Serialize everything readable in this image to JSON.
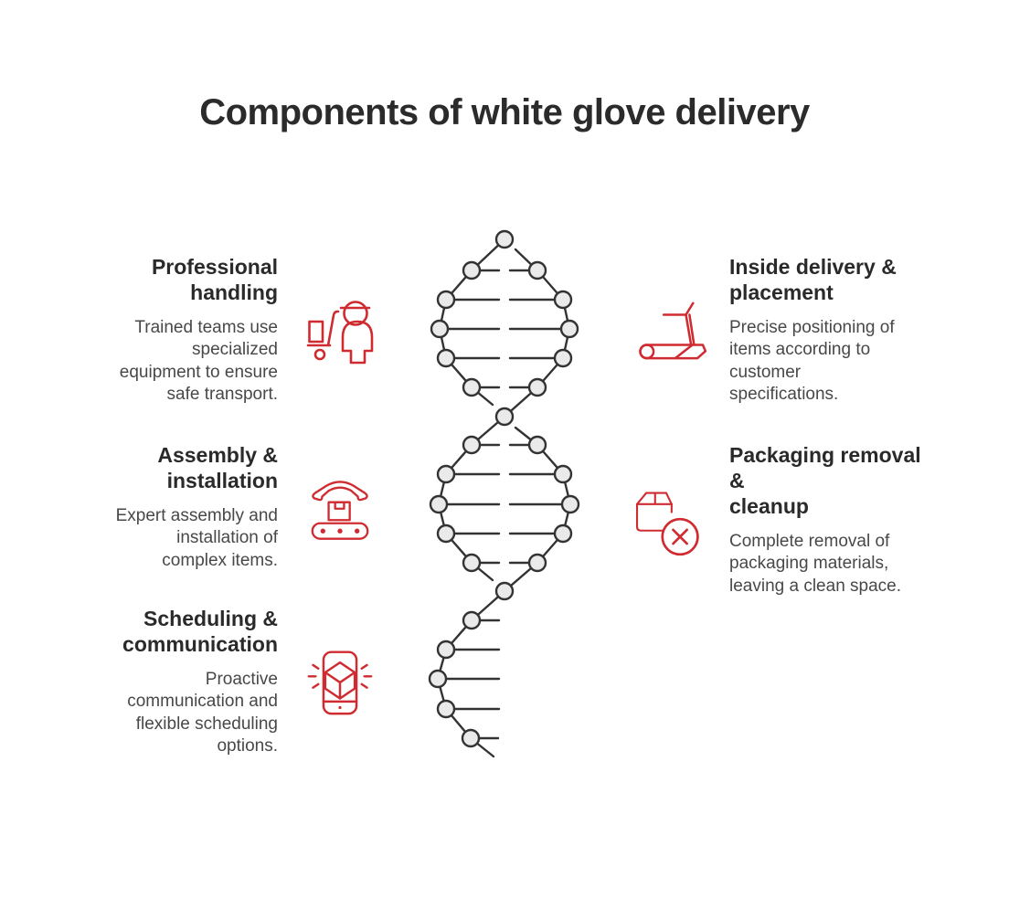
{
  "title": "Components of white glove delivery",
  "colors": {
    "accent_red": "#cf2b30",
    "heading_ink": "#2a2a2a",
    "body_text": "#484848",
    "helix_stroke": "#333333",
    "helix_node_fill": "#eaeaea",
    "background": "#ffffff"
  },
  "graphic": {
    "name": "dna-double-helix"
  },
  "sections": {
    "left": [
      {
        "heading": "Professional\nhandling",
        "body": "Trained teams use\nspecialized\nequipment to ensure\nsafe transport.",
        "icon": "delivery-worker-handcart-icon"
      },
      {
        "heading": "Assembly &\ninstallation",
        "body": "Expert assembly and\ninstallation of\ncomplex items.",
        "icon": "conveyor-assembly-icon"
      },
      {
        "heading": "Scheduling &\ncommunication",
        "body": "Proactive\ncommunication and\nflexible scheduling\noptions.",
        "icon": "phone-package-notification-icon"
      }
    ],
    "right": [
      {
        "heading": "Inside delivery &\nplacement",
        "body": "Precise positioning of\nitems according to\ncustomer\nspecifications.",
        "icon": "treadmill-icon"
      },
      {
        "heading": "Packaging removal &\ncleanup",
        "body": "Complete removal of\npackaging materials,\nleaving a clean space.",
        "icon": "package-remove-icon"
      }
    ]
  }
}
